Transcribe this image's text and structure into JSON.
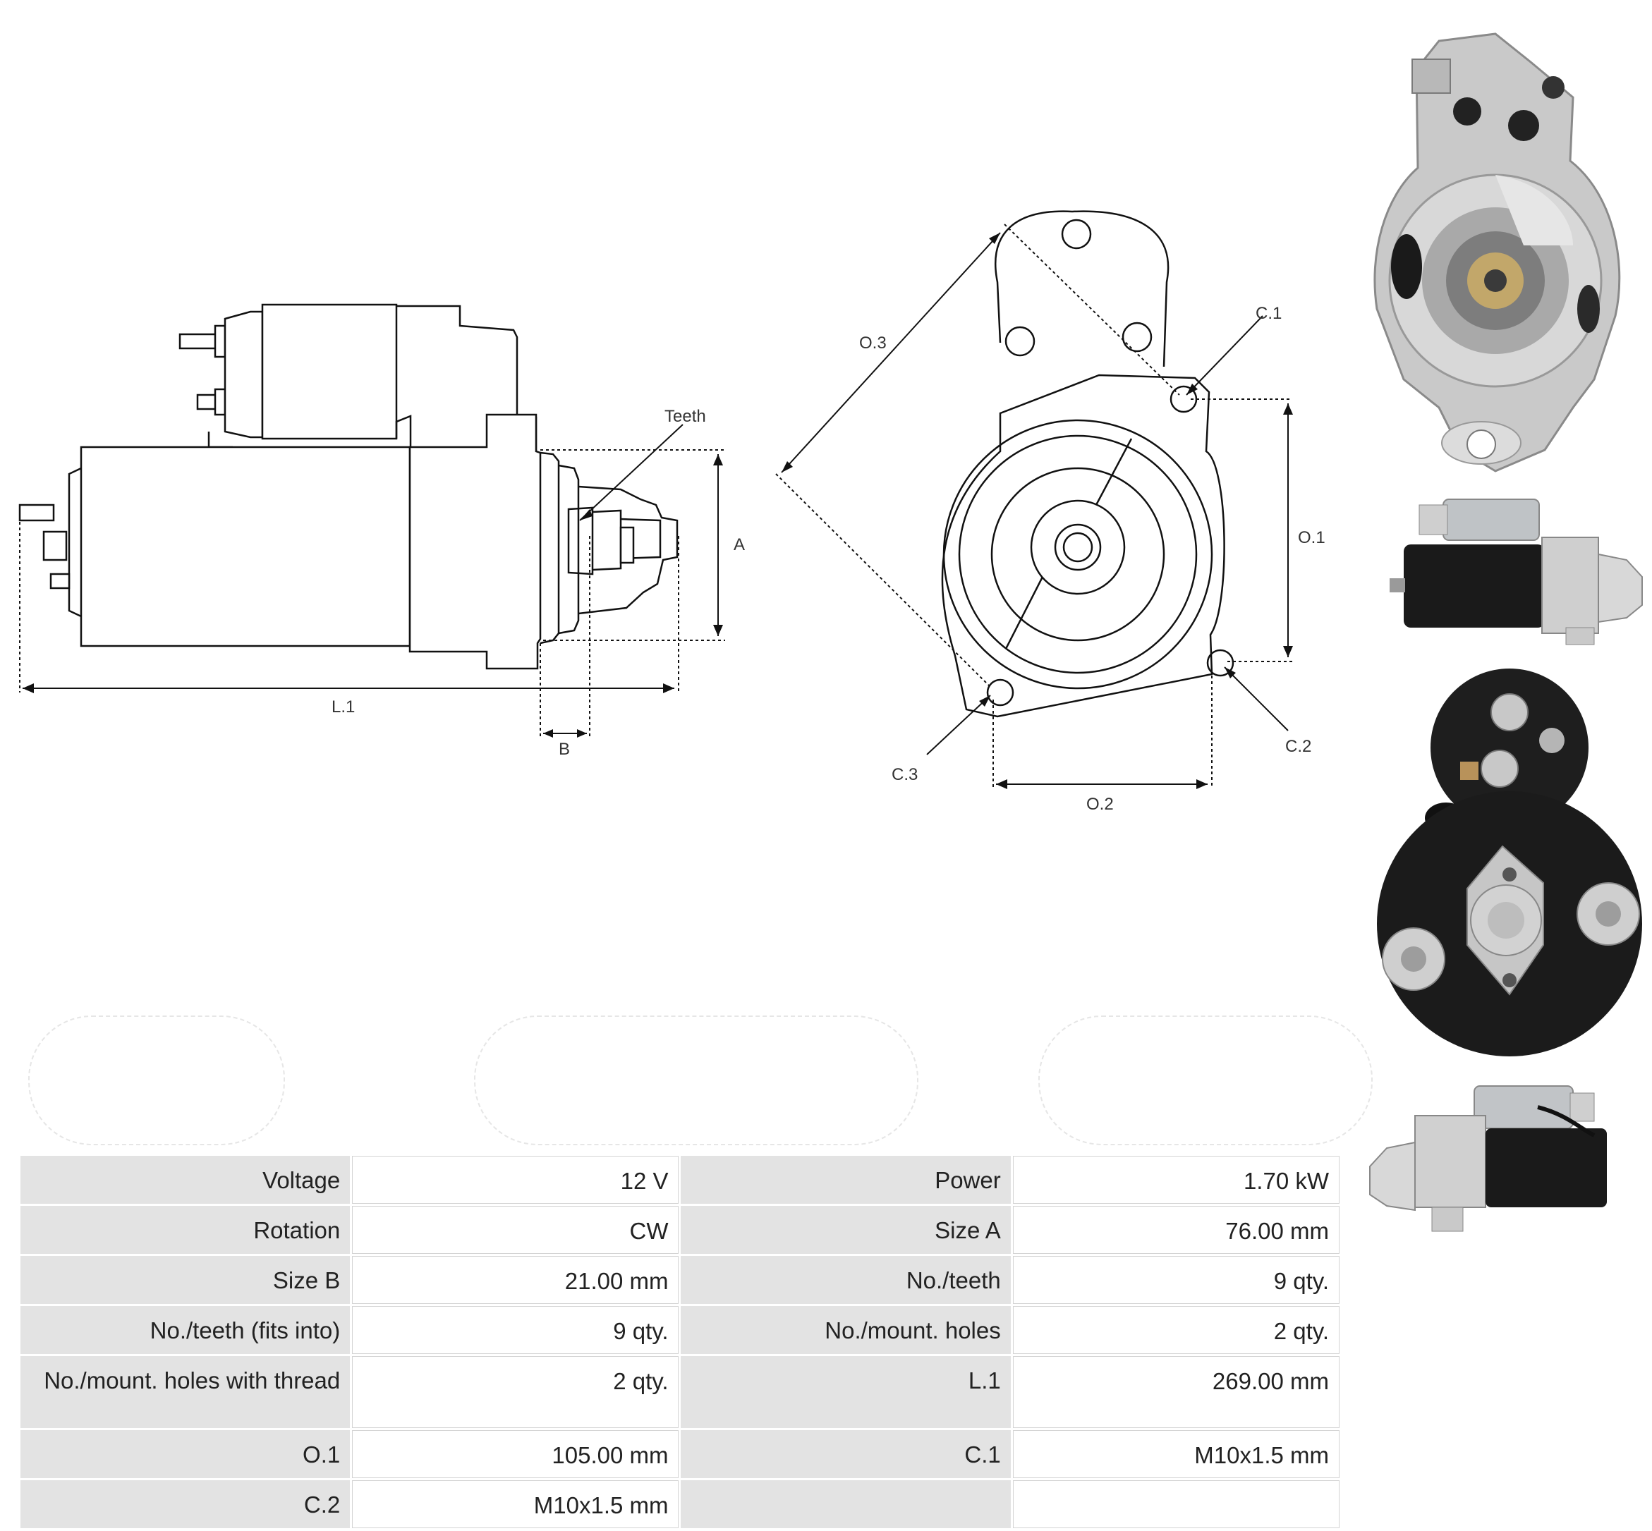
{
  "diagram": {
    "labels": {
      "teeth": "Teeth",
      "a": "A",
      "b": "B",
      "l1": "L.1",
      "o1": "O.1",
      "o2": "O.2",
      "o3": "O.3",
      "c1": "C.1",
      "c2": "C.2",
      "c3": "C.3"
    }
  },
  "specs": {
    "rows": [
      {
        "l1": "Voltage",
        "v1": "12 V",
        "l2": "Power",
        "v2": "1.70 kW"
      },
      {
        "l1": "Rotation",
        "v1": "CW",
        "l2": "Size A",
        "v2": "76.00 mm"
      },
      {
        "l1": "Size B",
        "v1": "21.00 mm",
        "l2": "No./teeth",
        "v2": "9 qty."
      },
      {
        "l1": "No./teeth (fits into)",
        "v1": "9 qty.",
        "l2": "No./mount. holes",
        "v2": "2 qty."
      },
      {
        "l1": "No./mount. holes with thread",
        "v1": "2 qty.",
        "l2": "L.1",
        "v2": "269.00 mm"
      },
      {
        "l1": "O.1",
        "v1": "105.00 mm",
        "l2": "C.1",
        "v2": "M10x1.5 mm"
      },
      {
        "l1": "C.2",
        "v1": "M10x1.5 mm",
        "l2": "",
        "v2": ""
      }
    ]
  },
  "colors": {
    "table_label_bg": "#e3e3e3",
    "housing_silver": "#c9c9c9",
    "motor_black": "#1a1a1a"
  }
}
